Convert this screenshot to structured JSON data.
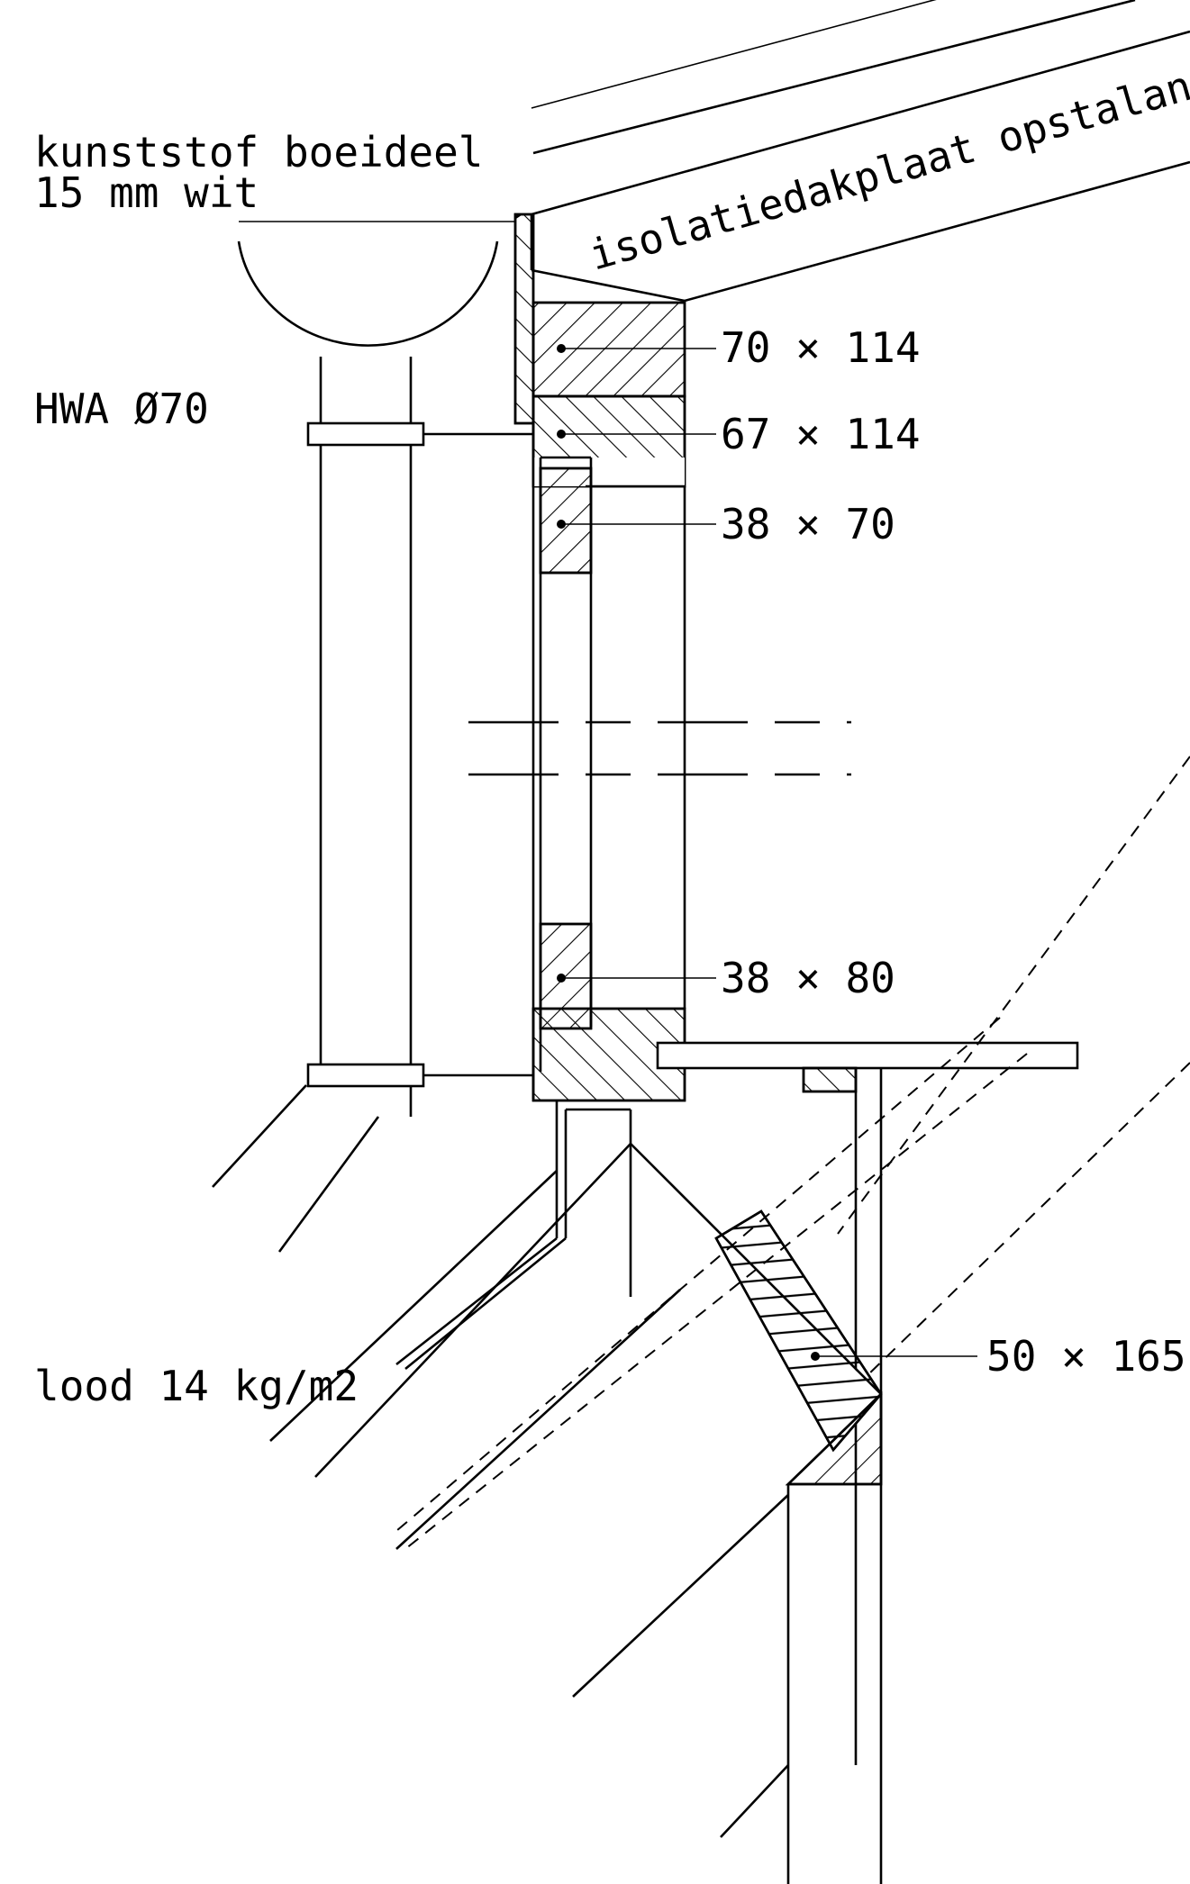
{
  "labels": {
    "boeideel_line1": "kunststof boeideel",
    "boeideel_line2": "15 mm wit",
    "dakplaat": "isolatiedakplaat opstalan",
    "hwa": "HWA Ø70",
    "lood": "lood 14 kg/m2",
    "dim_70x114": "70 × 114",
    "dim_67x114": "67 × 114",
    "dim_38x70": "38 × 70",
    "dim_38x80": "38 × 80",
    "dim_50x165": "50 × 165"
  },
  "colors": {
    "ink": "#000000",
    "paper": "#ffffff"
  }
}
